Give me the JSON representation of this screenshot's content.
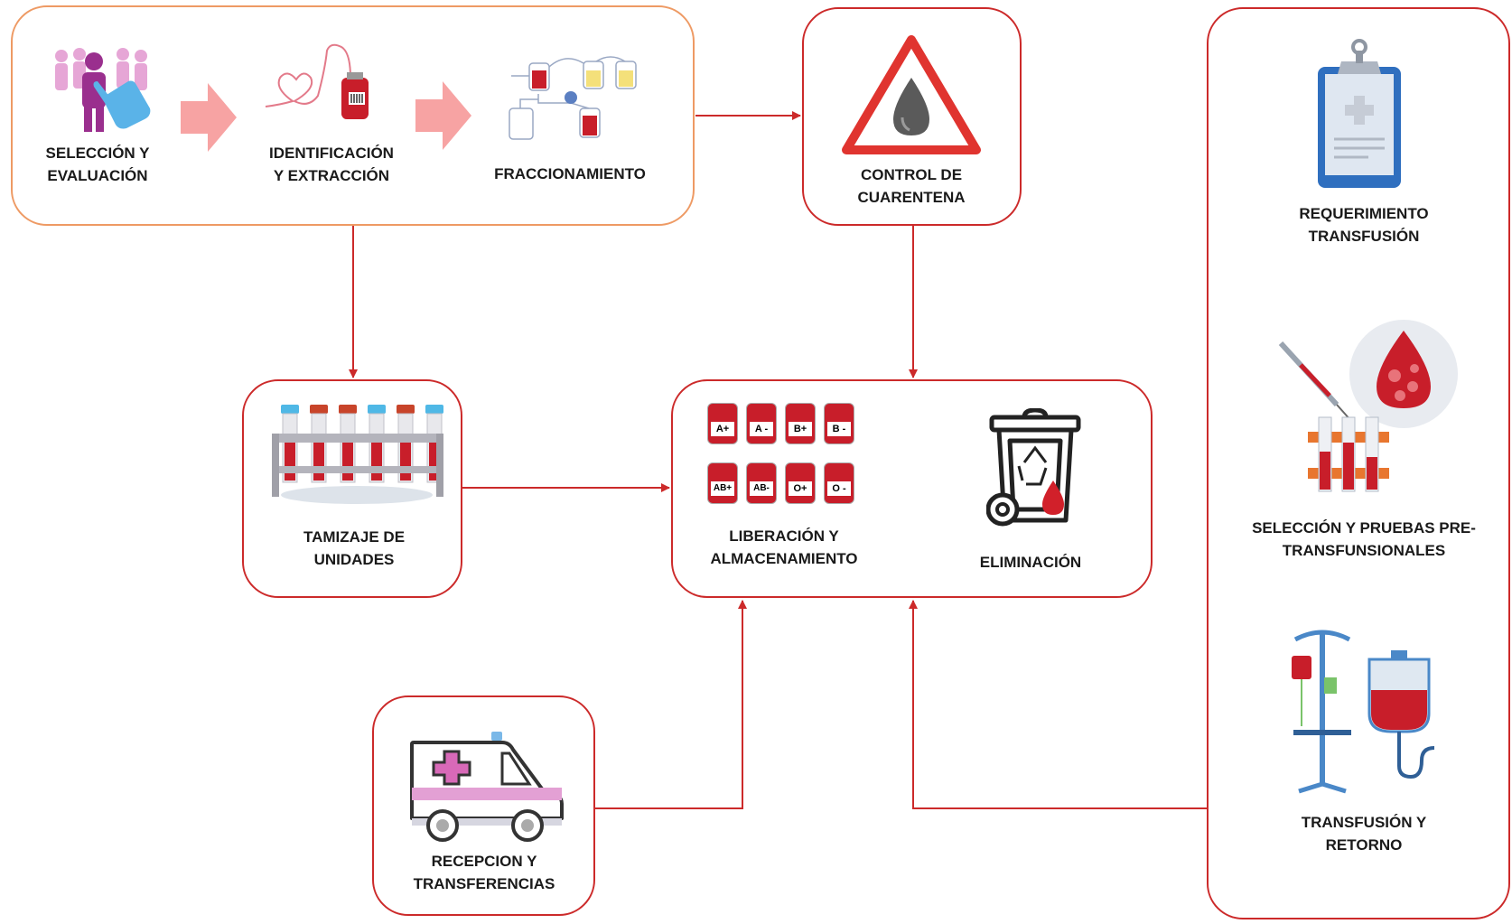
{
  "process_top": {
    "step1": {
      "line1": "SELECCIÓN Y",
      "line2": "EVALUACIÓN"
    },
    "step2": {
      "line1": "IDENTIFICACIÓN",
      "line2": "Y EXTRACCIÓN"
    },
    "step3": {
      "line1": "FRACCIONAMIENTO"
    }
  },
  "quarantine": {
    "line1": "CONTROL DE",
    "line2": "CUARENTENA"
  },
  "screening": {
    "line1": "TAMIZAJE DE",
    "line2": "UNIDADES"
  },
  "release": {
    "line1": "LIBERACIÓN Y",
    "line2": "ALMACENAMIENTO",
    "blood_types": [
      "A+",
      "A -",
      "B+",
      "B -",
      "AB+",
      "AB-",
      "O+",
      "O -"
    ]
  },
  "disposal": {
    "line1": "ELIMINACIÓN"
  },
  "reception": {
    "line1": "RECEPCION Y",
    "line2": "TRANSFERENCIAS"
  },
  "clinical": {
    "step1": {
      "line1": "REQUERIMIENTO",
      "line2": "TRANSFUSIÓN"
    },
    "step2": {
      "line1": "SELECCIÓN Y PRUEBAS PRE-",
      "line2": "TRANSFUNSIONALES"
    },
    "step3": {
      "line1": "TRANSFUSIÓN Y",
      "line2": "RETORNO"
    }
  },
  "colors": {
    "connector": "#cc2a2a",
    "top_box_border": "#ee9a64",
    "arrow_fill": "#f7a3a3",
    "blood": "#c81e2a"
  }
}
